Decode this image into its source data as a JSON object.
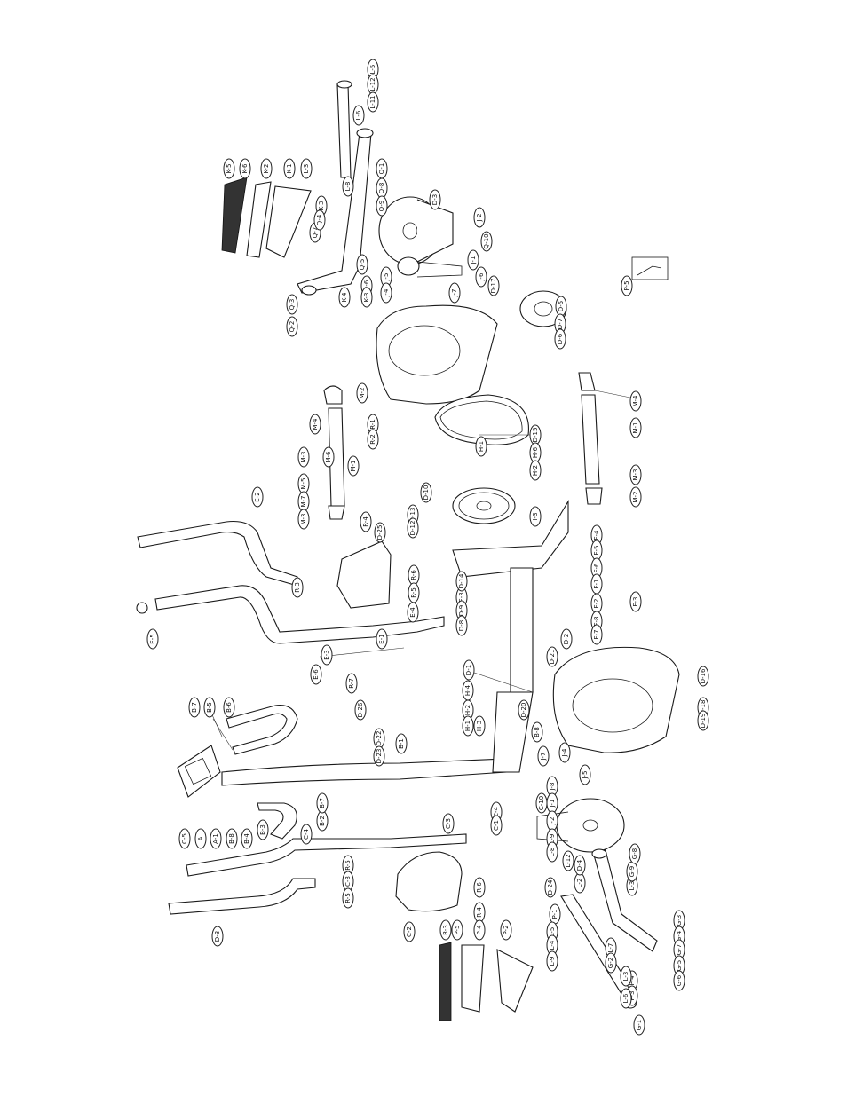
{
  "labels": [
    "L-5",
    "L-12",
    "L-11",
    "L-6",
    "L-3",
    "L-8",
    "K-3",
    "K-5",
    "K-6",
    "K-2",
    "K-1",
    "Q-1",
    "Q-8",
    "Q-9",
    "D-3",
    "J-2",
    "Q-7",
    "Q-4",
    "Q-10",
    "J-1",
    "Q-5",
    "Q-6",
    "K-3",
    "K-4",
    "Q-3",
    "Q-2",
    "J-5",
    "J-4",
    "J-7",
    "J-6",
    "D-17",
    "D-5",
    "D-7",
    "D-6",
    "P-5",
    "M-4",
    "M-2",
    "R-1",
    "R-2",
    "M-6",
    "M-3",
    "M-5",
    "M-7",
    "M-3",
    "M-1",
    "D-15",
    "H-1",
    "H-6",
    "H-2",
    "I-3",
    "D-10",
    "D-13",
    "D-12",
    "E-2",
    "R-4",
    "D-25",
    "M-4",
    "M-1",
    "M-3",
    "M-2",
    "F-4",
    "F-5",
    "F-6",
    "F-3",
    "F-1",
    "F-2",
    "F-8",
    "F-7",
    "R-6",
    "R-5",
    "R-3",
    "E-4",
    "E-3",
    "D-14",
    "D-9",
    "D-8",
    "E-1",
    "E-5",
    "E-3",
    "D-1",
    "E-6",
    "R-7",
    "D-26",
    "D-21",
    "D-2",
    "H-4",
    "H-2",
    "H-1",
    "H-3",
    "D-20",
    "B-8",
    "D-16",
    "D-18",
    "D-19",
    "B-7",
    "B-5",
    "B-6",
    "B-1",
    "D-22",
    "D-23",
    "J-7",
    "J-4",
    "J-5",
    "J-8",
    "J-1",
    "C-10",
    "J-2",
    "L-9",
    "L-8",
    "L-12",
    "C-5",
    "A",
    "A-1",
    "B-8",
    "B-4",
    "B-3",
    "B-2",
    "B-7",
    "C-4",
    "C-3",
    "C-4",
    "C-1",
    "R-5",
    "C-3",
    "R-5",
    "R-6",
    "R-4",
    "D-24",
    "L-2",
    "D-4",
    "L-3",
    "G-9",
    "G-8",
    "D-3",
    "C-2",
    "R-3",
    "P-5",
    "P-4",
    "P-2",
    "P-1",
    "L-5",
    "L-4",
    "L-9",
    "L-7",
    "G-2",
    "G-3",
    "G-4",
    "G-7",
    "G-5",
    "G-6",
    "P-4",
    "P-3",
    "L-3",
    "L-6",
    "G-1"
  ]
}
